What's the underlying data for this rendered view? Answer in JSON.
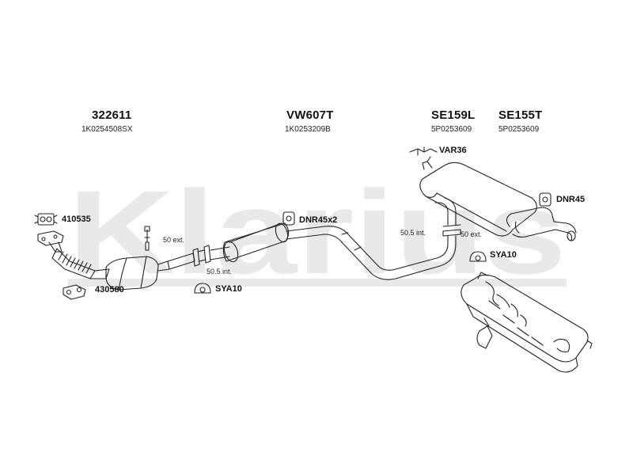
{
  "watermark": "Klarius",
  "parts": {
    "p322611": {
      "code": "322611",
      "oem": "1K0254508SX"
    },
    "vw607t": {
      "code": "VW607T",
      "oem": "1K0253209B"
    },
    "se159l": {
      "code": "SE159L",
      "oem": "5P0253609"
    },
    "se155t": {
      "code": "SE155T",
      "oem": "5P0253609"
    }
  },
  "fittings": {
    "f410535": "410535",
    "f430580": "430580",
    "sya10_left": "SYA10",
    "dnr45x2": "DNR45x2",
    "var36": "VAR36",
    "dnr45": "DNR45",
    "sya10_right": "SYA10"
  },
  "joints": {
    "ext50_left": "50 ext.",
    "int505_left": "50.5 int.",
    "int505_right": "50.5 int.",
    "ext50_right": "50 ext."
  },
  "colors": {
    "line": "#222222",
    "watermark": "#e6e6e6"
  }
}
